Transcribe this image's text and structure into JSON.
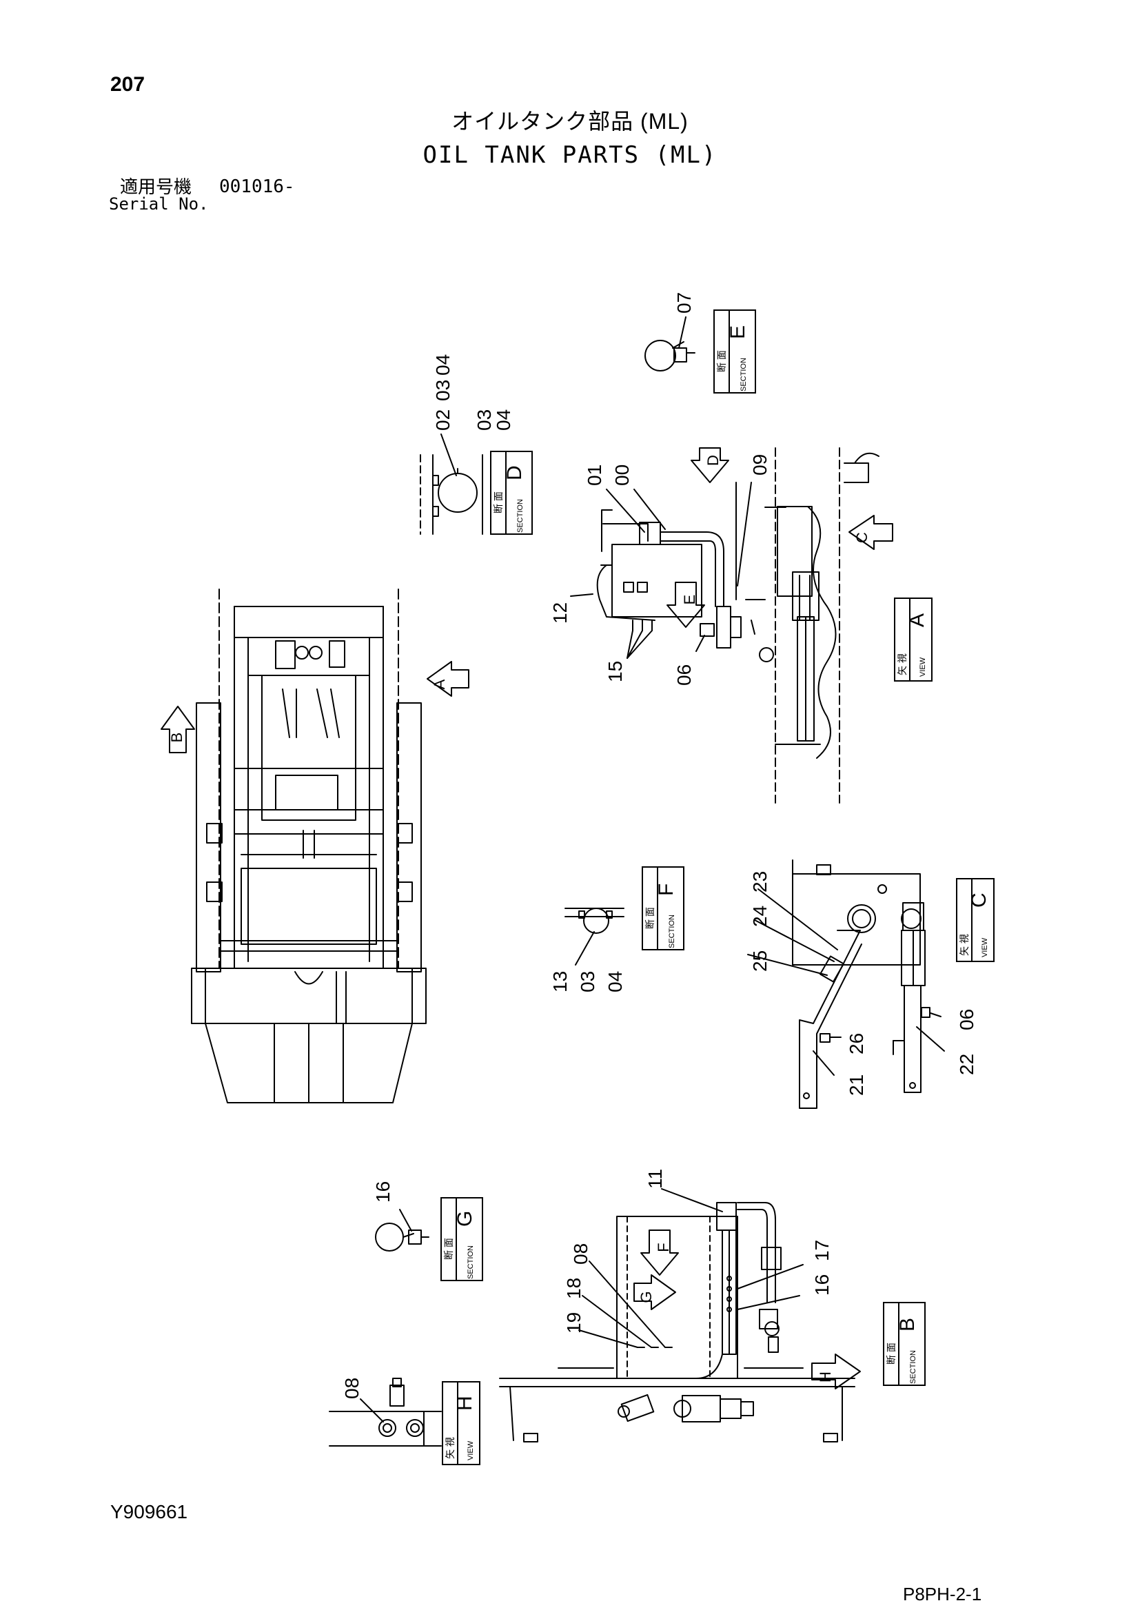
{
  "header": {
    "page_number": "207",
    "title_jp": "オイルタンク部品 (ML)",
    "title_en": "OIL TANK PARTS (ML)",
    "serial_label_jp": "適用号機",
    "serial_value": "001016-",
    "serial_label_en": "Serial No."
  },
  "footer": {
    "drawing_code": "Y909661",
    "page_ref": "P8PH-2-1"
  },
  "boxes": [
    {
      "letter": "E",
      "kanji": "断 面",
      "type": "SECTION"
    },
    {
      "letter": "D",
      "kanji": "断 面",
      "type": "SECTION"
    },
    {
      "letter": "A",
      "kanji": "矢 視",
      "type": "VIEW"
    },
    {
      "letter": "F",
      "kanji": "断 面",
      "type": "SECTION"
    },
    {
      "letter": "C",
      "kanji": "矢 視",
      "type": "VIEW"
    },
    {
      "letter": "G",
      "kanji": "断 面",
      "type": "SECTION"
    },
    {
      "letter": "B",
      "kanji": "断 面",
      "type": "SECTION"
    },
    {
      "letter": "H",
      "kanji": "矢 視",
      "type": "VIEW"
    }
  ],
  "arrows": [
    "A",
    "B",
    "C",
    "D",
    "E",
    "F",
    "G",
    "H"
  ],
  "callouts": {
    "e07": "07",
    "d02": "02",
    "d03": "03",
    "d04": "04",
    "a01": "01",
    "a00": "00",
    "a09": "09",
    "a12": "12",
    "a15": "15",
    "a06": "06",
    "f13": "13",
    "f03": "03",
    "f04": "04",
    "c23": "23",
    "c24": "24",
    "c25": "25",
    "c26": "26",
    "c21": "21",
    "c06": "06",
    "c22": "22",
    "g16": "16",
    "b11": "11",
    "b08": "08",
    "b18": "18",
    "b19": "19",
    "b17": "17",
    "b16": "16",
    "h08": "08"
  }
}
